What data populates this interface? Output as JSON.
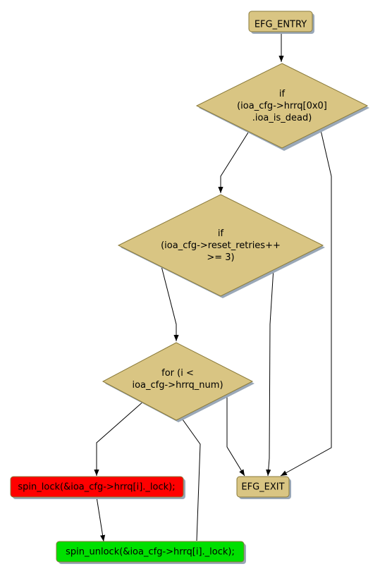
{
  "colors": {
    "node_fill": "#d9c583",
    "node_border": "#8a7a3a",
    "shadow": "#9aa8b8",
    "lock_fill": "#ff0000",
    "unlock_fill": "#00e000",
    "edge": "#000000"
  },
  "nodes": {
    "entry": {
      "label": "EFG_ENTRY"
    },
    "cond1": {
      "lines": [
        "if",
        "(ioa_cfg->hrrq[0x0]",
        ".ioa_is_dead)"
      ]
    },
    "cond2": {
      "lines": [
        "if",
        "(ioa_cfg->reset_retries++",
        ">= 3)"
      ]
    },
    "loop": {
      "lines": [
        "for (i <",
        "ioa_cfg->hrrq_num)"
      ]
    },
    "lock": {
      "label": "spin_lock(&ioa_cfg->hrrq[i]._lock);"
    },
    "unlock": {
      "label": "spin_unlock(&ioa_cfg->hrrq[i]._lock);"
    },
    "exit": {
      "label": "EFG_EXIT"
    }
  }
}
